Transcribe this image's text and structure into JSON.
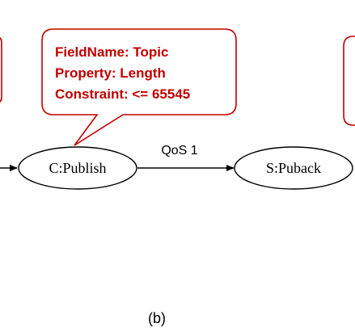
{
  "callout": {
    "lines": [
      "FieldName: Topic",
      "Property: Length",
      "Constraint: <= 65545"
    ]
  },
  "nodes": {
    "publish": "C:Publish",
    "puback": "S:Puback"
  },
  "edge_label": "QoS 1",
  "caption": "(b)",
  "colors": {
    "accent": "#c00000",
    "stroke": "#000000"
  }
}
